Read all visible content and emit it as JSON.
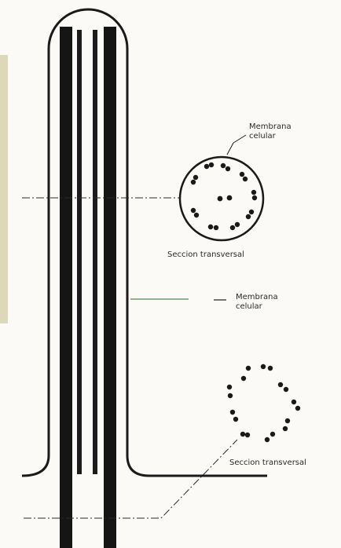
{
  "labels": {
    "membrane_top_line1": "Membrana",
    "membrane_top_line2": "celular",
    "section_top": "Seccion transversal",
    "membrane_mid_line1": "Membrana",
    "membrane_mid_line2": "celular",
    "section_bottom": "Seccion transversal"
  }
}
